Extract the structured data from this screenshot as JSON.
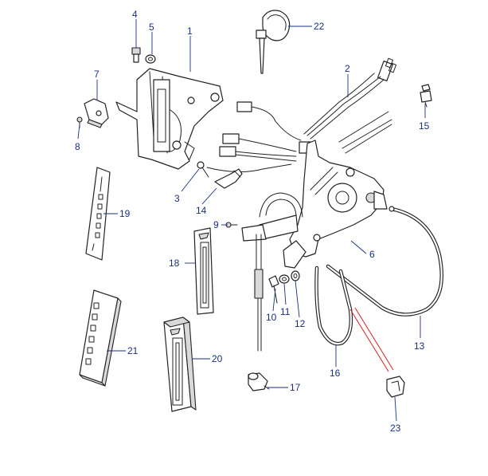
{
  "callouts": [
    {
      "id": "c1",
      "text": "1"
    },
    {
      "id": "c2",
      "text": "2"
    },
    {
      "id": "c3",
      "text": "3"
    },
    {
      "id": "c4",
      "text": "4"
    },
    {
      "id": "c5",
      "text": "5"
    },
    {
      "id": "c6",
      "text": "6"
    },
    {
      "id": "c7",
      "text": "7"
    },
    {
      "id": "c8",
      "text": "8"
    },
    {
      "id": "c9",
      "text": "9"
    },
    {
      "id": "c10",
      "text": "10"
    },
    {
      "id": "c11",
      "text": "11"
    },
    {
      "id": "c12",
      "text": "12"
    },
    {
      "id": "c13",
      "text": "13"
    },
    {
      "id": "c14",
      "text": "14"
    },
    {
      "id": "c15",
      "text": "15"
    },
    {
      "id": "c16",
      "text": "16"
    },
    {
      "id": "c17",
      "text": "17"
    },
    {
      "id": "c18",
      "text": "18"
    },
    {
      "id": "c19",
      "text": "19"
    },
    {
      "id": "c20",
      "text": "20"
    },
    {
      "id": "c21",
      "text": "21"
    },
    {
      "id": "c22",
      "text": "22"
    },
    {
      "id": "c23",
      "text": "23"
    }
  ],
  "colors": {
    "callout": "#1a2f80",
    "line_art": "#222222",
    "accent_red": "#d42020"
  }
}
